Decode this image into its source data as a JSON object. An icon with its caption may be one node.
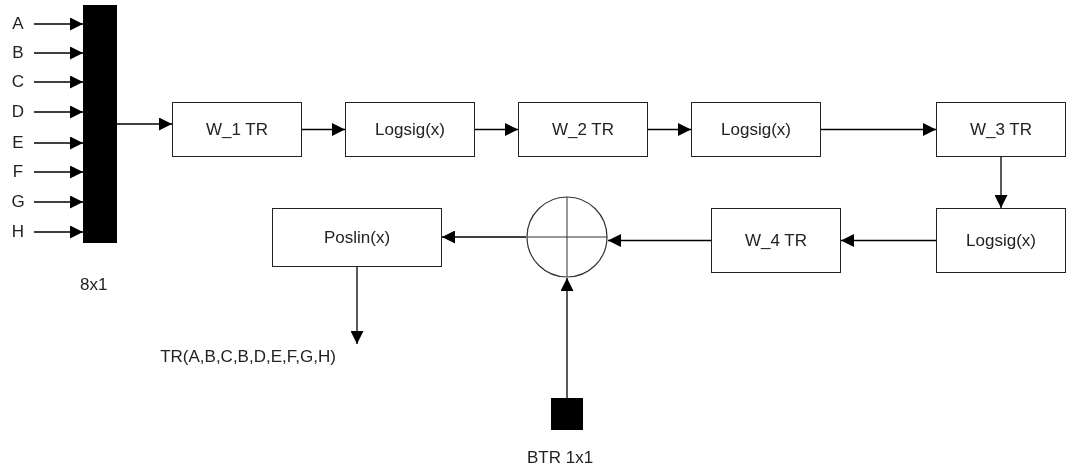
{
  "diagram": {
    "nodes": [
      {
        "text": [
          "A"
        ]
      },
      {
        "text": [
          "B"
        ]
      },
      {
        "text": [
          "C"
        ]
      },
      {
        "text": [
          "D"
        ]
      },
      {
        "text": [
          "E"
        ]
      },
      {
        "text": [
          "F"
        ]
      },
      {
        "text": [
          "G"
        ]
      },
      {
        "text": [
          "H"
        ]
      },
      {
        "text": [],
        "shape": "bar",
        "beside": [
          "8x1"
        ]
      },
      {
        "text": [
          "W_1 TR"
        ]
      },
      {
        "text": [
          "Logsig(x)"
        ]
      },
      {
        "text": [
          "W_2 TR"
        ]
      },
      {
        "text": [
          "Logsig(x)"
        ]
      },
      {
        "text": [
          "W_3 TR"
        ]
      },
      {
        "text": [
          "Logsig(x)"
        ]
      },
      {
        "text": [
          "W_4 TR"
        ]
      },
      {
        "text": [],
        "shape": "circle"
      },
      {
        "text": [
          "Poslin(x)"
        ]
      },
      {
        "text": [],
        "shape": "box",
        "beside": [
          "BTR 1x1"
        ]
      },
      {
        "text": [
          "TR(A,B,C,B,D,E,F,G,H)"
        ]
      }
    ],
    "edges": [
      {
        "from": 0,
        "to": 8,
        "arrow": "to"
      },
      {
        "from": 1,
        "to": 8,
        "arrow": "to"
      },
      {
        "from": 2,
        "to": 8,
        "arrow": "to"
      },
      {
        "from": 3,
        "to": 8,
        "arrow": "to"
      },
      {
        "from": 4,
        "to": 8,
        "arrow": "to"
      },
      {
        "from": 5,
        "to": 8,
        "arrow": "to"
      },
      {
        "from": 6,
        "to": 8,
        "arrow": "to"
      },
      {
        "from": 7,
        "to": 8,
        "arrow": "to"
      },
      {
        "from": 8,
        "to": 9,
        "arrow": "to"
      },
      {
        "from": 9,
        "to": 10,
        "arrow": "to"
      },
      {
        "from": 10,
        "to": 11,
        "arrow": "to"
      },
      {
        "from": 11,
        "to": 12,
        "arrow": "to"
      },
      {
        "from": 12,
        "to": 13,
        "arrow": "to"
      },
      {
        "from": 13,
        "to": 14,
        "arrow": "to"
      },
      {
        "from": 14,
        "to": 15,
        "arrow": "to"
      },
      {
        "from": 15,
        "to": 16,
        "arrow": "to"
      },
      {
        "from": 16,
        "to": 17,
        "arrow": "to"
      },
      {
        "from": 18,
        "to": 16,
        "arrow": "to"
      },
      {
        "from": 17,
        "to": 19,
        "arrow": "to"
      }
    ]
  }
}
